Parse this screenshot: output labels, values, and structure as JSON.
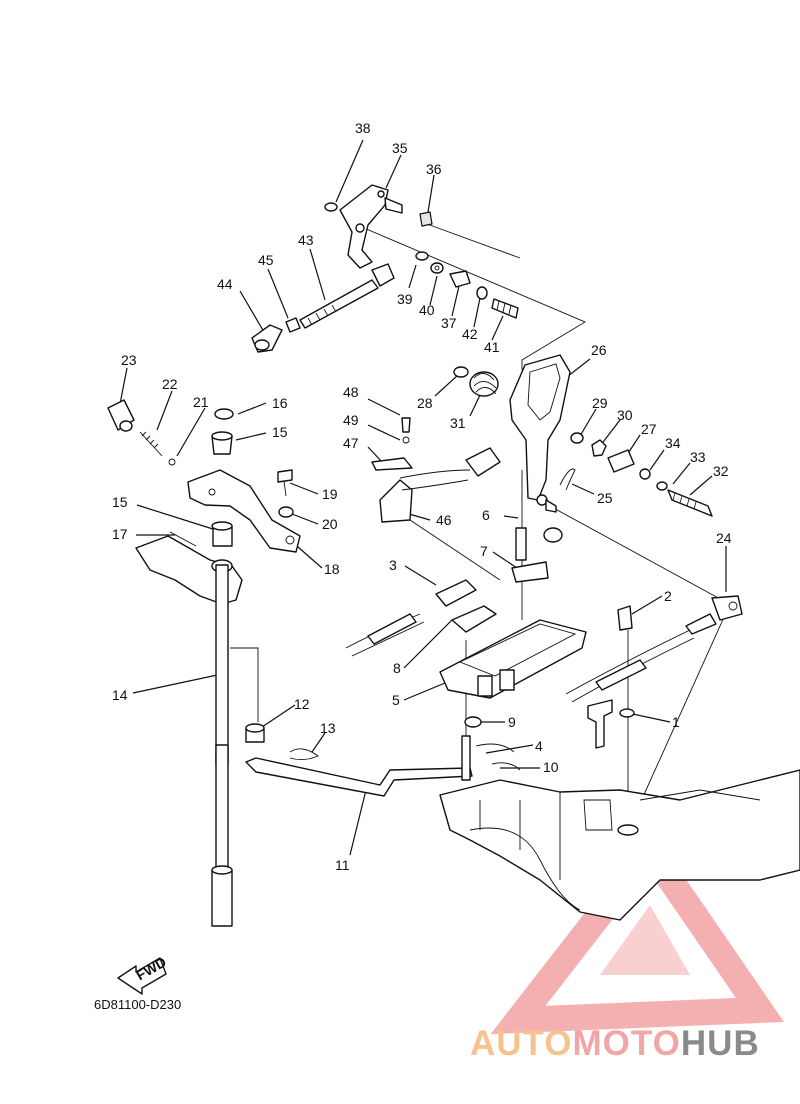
{
  "diagram": {
    "code": "6D81100-D230",
    "fwd_label": "FWD",
    "callouts": [
      "1",
      "2",
      "3",
      "4",
      "5",
      "6",
      "7",
      "8",
      "9",
      "10",
      "11",
      "12",
      "13",
      "14",
      "15",
      "15",
      "16",
      "17",
      "18",
      "19",
      "20",
      "21",
      "22",
      "23",
      "24",
      "25",
      "26",
      "27",
      "28",
      "29",
      "30",
      "31",
      "32",
      "33",
      "34",
      "35",
      "36",
      "37",
      "38",
      "39",
      "40",
      "41",
      "42",
      "43",
      "44",
      "45",
      "46",
      "47",
      "48",
      "49"
    ]
  },
  "watermark": {
    "part1": "AUTO",
    "part2": "MOTO",
    "part3": "HUB",
    "colors": {
      "auto": "#f6c38f",
      "moto": "#f2a6a6",
      "hub": "#8a8a8a",
      "logo": "#f3a3a3"
    }
  }
}
